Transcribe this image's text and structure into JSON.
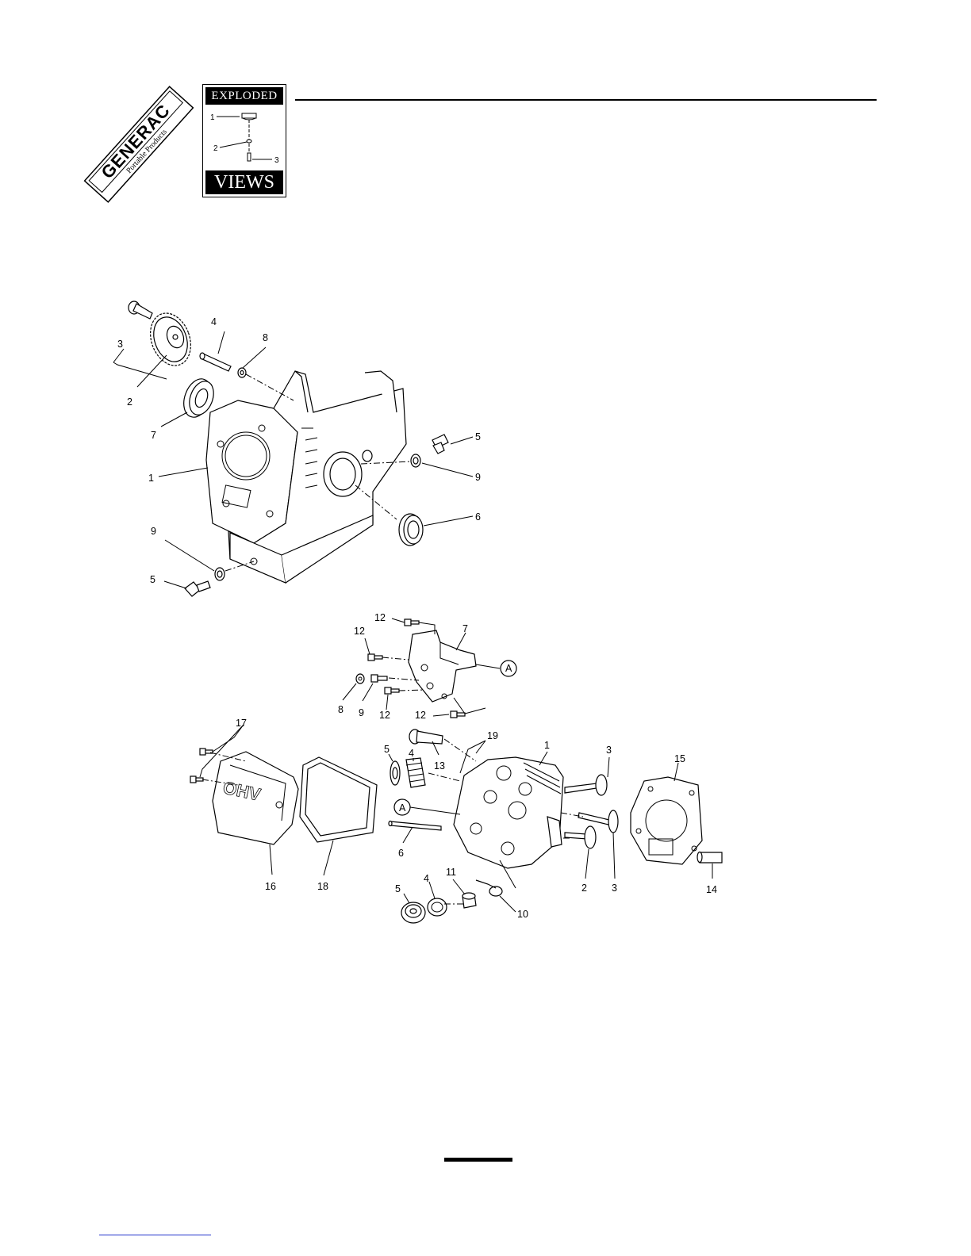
{
  "header": {
    "brand": "GENERAC",
    "brand_sub": "Portable Products",
    "icon_top": "EXPLODED",
    "icon_bottom": "VIEWS",
    "icon_callouts": [
      "1",
      "2",
      "3"
    ]
  },
  "groups": [
    {
      "name": "crankcase",
      "callouts": [
        {
          "id": "c3",
          "text": "3"
        },
        {
          "id": "c4",
          "text": "4"
        },
        {
          "id": "c8",
          "text": "8"
        },
        {
          "id": "c2",
          "text": "2"
        },
        {
          "id": "c7",
          "text": "7"
        },
        {
          "id": "c1",
          "text": "1"
        },
        {
          "id": "c5a",
          "text": "5"
        },
        {
          "id": "c9a",
          "text": "9"
        },
        {
          "id": "c6",
          "text": "6"
        },
        {
          "id": "c9b",
          "text": "9"
        },
        {
          "id": "c5b",
          "text": "5"
        }
      ]
    },
    {
      "name": "rocker-bracket",
      "callouts": [
        {
          "id": "r12a",
          "text": "12"
        },
        {
          "id": "r12b",
          "text": "12"
        },
        {
          "id": "r7",
          "text": "7"
        },
        {
          "id": "rA",
          "text": "A"
        },
        {
          "id": "r8",
          "text": "8"
        },
        {
          "id": "r9",
          "text": "9"
        },
        {
          "id": "r12c",
          "text": "12"
        },
        {
          "id": "r12d",
          "text": "12"
        }
      ]
    },
    {
      "name": "cylinder-head",
      "callouts": [
        {
          "id": "h17",
          "text": "17"
        },
        {
          "id": "h16",
          "text": "16"
        },
        {
          "id": "h18",
          "text": "18"
        },
        {
          "id": "h5a",
          "text": "5"
        },
        {
          "id": "h4a",
          "text": "4"
        },
        {
          "id": "h13",
          "text": "13"
        },
        {
          "id": "h19",
          "text": "19"
        },
        {
          "id": "h1",
          "text": "1"
        },
        {
          "id": "h3a",
          "text": "3"
        },
        {
          "id": "h15",
          "text": "15"
        },
        {
          "id": "hA",
          "text": "A"
        },
        {
          "id": "h6",
          "text": "6"
        },
        {
          "id": "h2",
          "text": "2"
        },
        {
          "id": "h3b",
          "text": "3"
        },
        {
          "id": "h14",
          "text": "14"
        },
        {
          "id": "h11",
          "text": "11"
        },
        {
          "id": "h4b",
          "text": "4"
        },
        {
          "id": "h5b",
          "text": "5"
        },
        {
          "id": "h10",
          "text": "10"
        }
      ]
    }
  ],
  "cover_lettering": "OHV"
}
